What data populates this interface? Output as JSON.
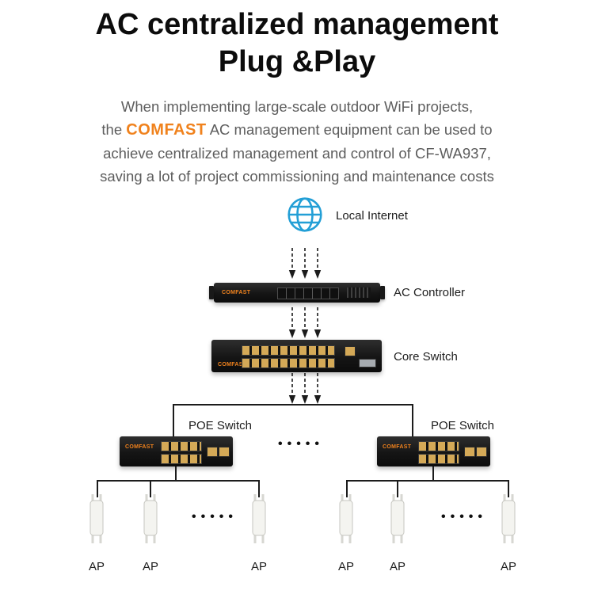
{
  "title": {
    "line1": "AC centralized management",
    "line2": "Plug &Play"
  },
  "intro": {
    "line1": "When implementing large-scale outdoor WiFi projects,",
    "line2_pre": "the",
    "brand": "COMFAST",
    "line2_post": "AC management equipment can be used to",
    "line3": "achieve centralized management and control of CF-WA937,",
    "line4": "saving a lot of project commissioning and maintenance costs"
  },
  "diagram": {
    "brand": "COMFAST",
    "internet_label": "Local Internet",
    "ac_controller_label": "AC Controller",
    "core_switch_label": "Core Switch",
    "poe_switch_labels": [
      "POE Switch",
      "POE Switch"
    ],
    "dots": "•••••",
    "ap_labels": [
      "AP",
      "AP",
      "AP",
      "AP",
      "AP",
      "AP"
    ],
    "colors": {
      "brand_orange": "#f0821d",
      "globe_blue": "#239fd6",
      "device_black": "#151515",
      "port_gold": "#d4a957"
    }
  }
}
